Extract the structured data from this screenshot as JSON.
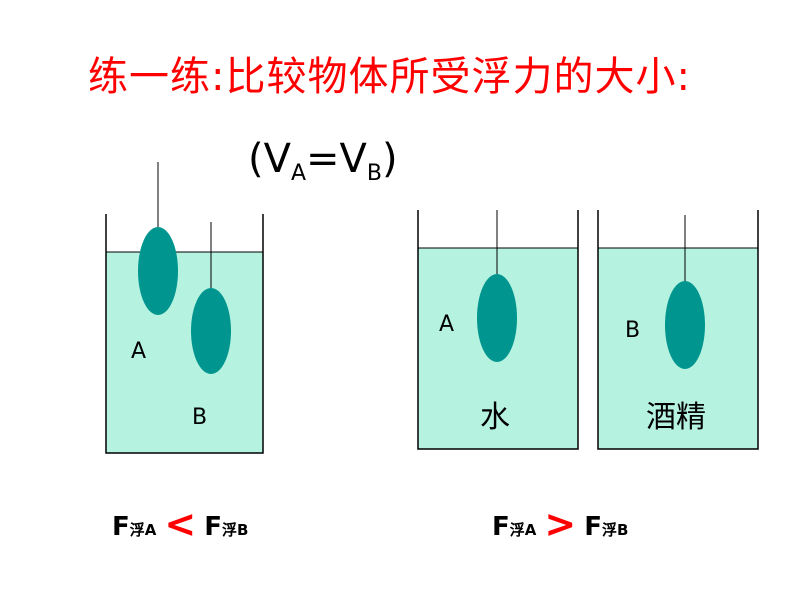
{
  "title": "练一练:比较物体所受浮力的大小:",
  "condition": {
    "open": "(V",
    "sub1": "A",
    "mid": "=V",
    "sub2": "B",
    "close": ")"
  },
  "left_beaker": {
    "label_a": "A",
    "label_b": "B"
  },
  "right_beakers": {
    "label_a": "A",
    "label_b": "B",
    "liquid_1": "水",
    "liquid_2": "酒精"
  },
  "formula_left": {
    "f1": "F",
    "s1": "浮A",
    "op": "<",
    "f2": "F",
    "s2": "浮B"
  },
  "formula_right": {
    "f1": "F",
    "s1": "浮A",
    "op": ">",
    "f2": "F",
    "s2": "浮B"
  },
  "colors": {
    "title": "#ff0000",
    "liquid": "#b5f2e0",
    "object": "#00968f",
    "operator": "#ff0000"
  }
}
